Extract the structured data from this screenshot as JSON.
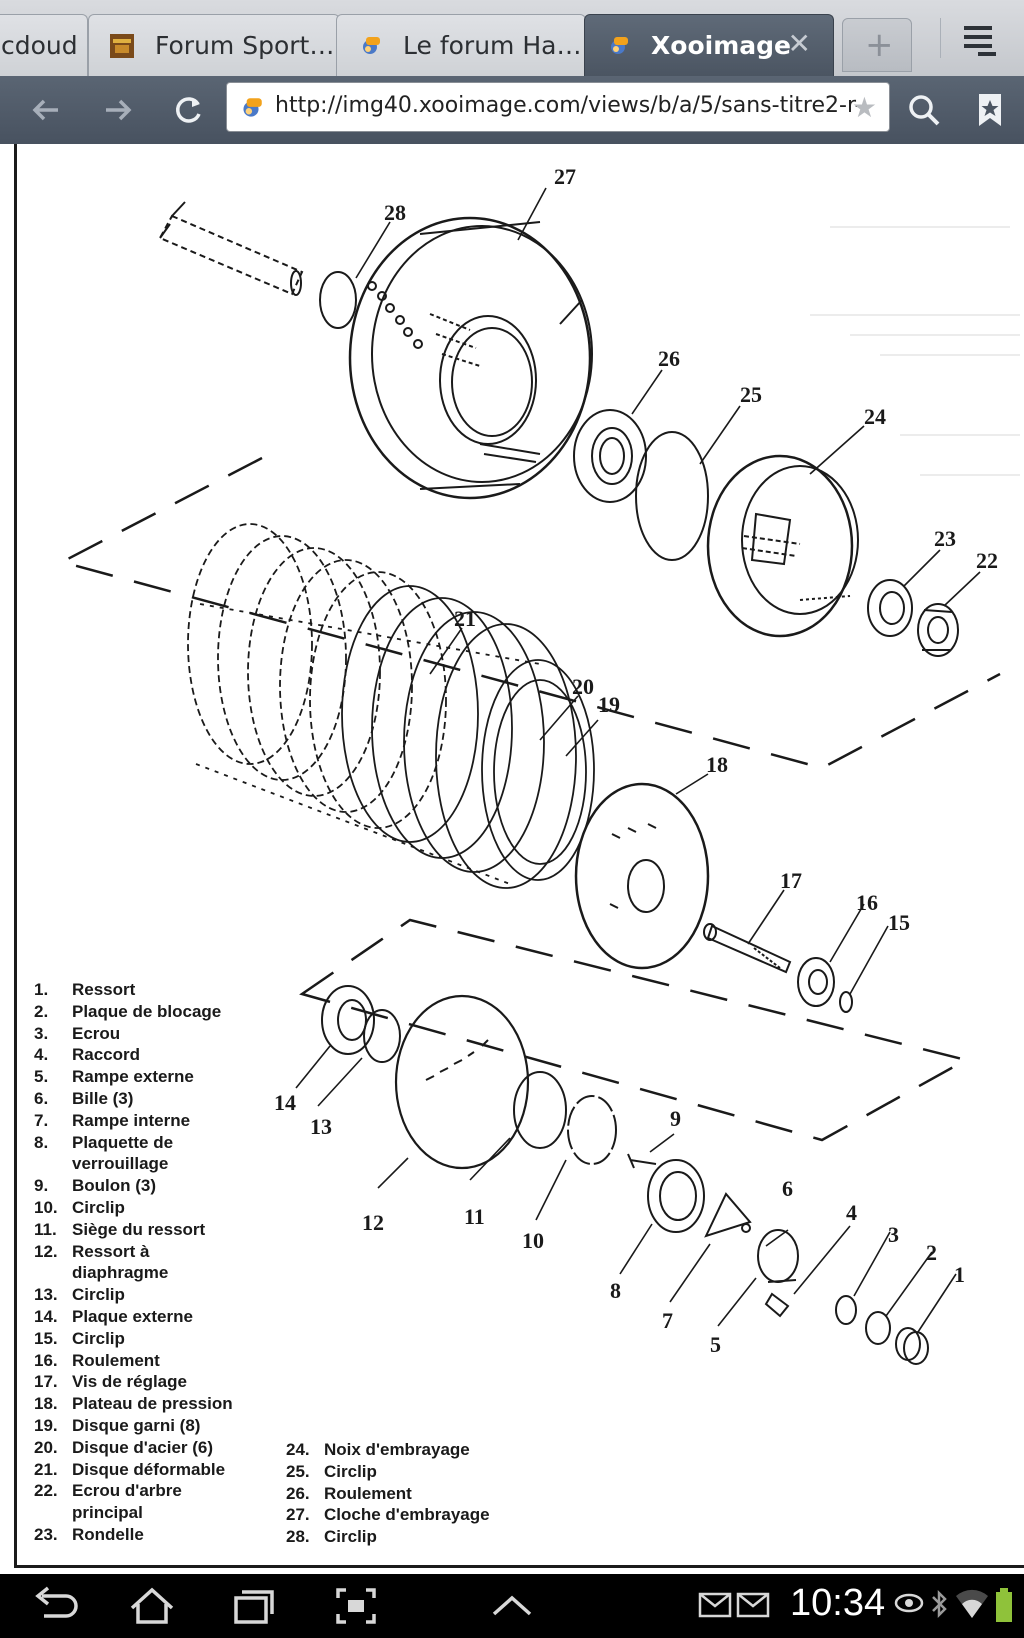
{
  "tabs": [
    {
      "title": "cdoud",
      "active": false
    },
    {
      "title": "Forum Sport…",
      "active": false
    },
    {
      "title": "Le forum Ha…",
      "active": false
    },
    {
      "title": "Xooimage",
      "active": true
    }
  ],
  "toolbar": {
    "url": "http://img40.xooimage.com/views/b/a/5/sans-titre2-r-"
  },
  "diagram": {
    "callouts": [
      "1",
      "2",
      "3",
      "4",
      "5",
      "6",
      "7",
      "8",
      "9",
      "10",
      "11",
      "12",
      "13",
      "14",
      "15",
      "16",
      "17",
      "18",
      "19",
      "20",
      "21",
      "22",
      "23",
      "24",
      "25",
      "26",
      "27",
      "28"
    ]
  },
  "legend": {
    "left": [
      {
        "num": "1.",
        "text": "Ressort"
      },
      {
        "num": "2.",
        "text": "Plaque de blocage"
      },
      {
        "num": "3.",
        "text": "Ecrou"
      },
      {
        "num": "4.",
        "text": "Raccord"
      },
      {
        "num": "5.",
        "text": "Rampe externe"
      },
      {
        "num": "6.",
        "text": "Bille (3)"
      },
      {
        "num": "7.",
        "text": "Rampe interne"
      },
      {
        "num": "8.",
        "text": "Plaquette de"
      },
      {
        "num": "",
        "text": "verrouillage"
      },
      {
        "num": "9.",
        "text": "Boulon (3)"
      },
      {
        "num": "10.",
        "text": "Circlip"
      },
      {
        "num": "11.",
        "text": "Siège du ressort"
      },
      {
        "num": "12.",
        "text": "Ressort à"
      },
      {
        "num": "",
        "text": "diaphragme"
      },
      {
        "num": "13.",
        "text": "Circlip"
      },
      {
        "num": "14.",
        "text": "Plaque externe"
      },
      {
        "num": "15.",
        "text": "Circlip"
      },
      {
        "num": "16.",
        "text": "Roulement"
      },
      {
        "num": "17.",
        "text": "Vis de réglage"
      },
      {
        "num": "18.",
        "text": "Plateau de pression"
      },
      {
        "num": "19.",
        "text": "Disque garni (8)"
      },
      {
        "num": "20.",
        "text": "Disque d'acier (6)"
      },
      {
        "num": "21.",
        "text": "Disque déformable"
      },
      {
        "num": "22.",
        "text": "Ecrou d'arbre"
      },
      {
        "num": "",
        "text": "principal"
      },
      {
        "num": "23.",
        "text": "Rondelle"
      }
    ],
    "right": [
      {
        "num": "24.",
        "text": "Noix d'embrayage"
      },
      {
        "num": "25.",
        "text": "Circlip"
      },
      {
        "num": "26.",
        "text": "Roulement"
      },
      {
        "num": "27.",
        "text": "Cloche d'embrayage"
      },
      {
        "num": "28.",
        "text": "Circlip"
      }
    ]
  },
  "statusbar": {
    "time": "10:34"
  }
}
